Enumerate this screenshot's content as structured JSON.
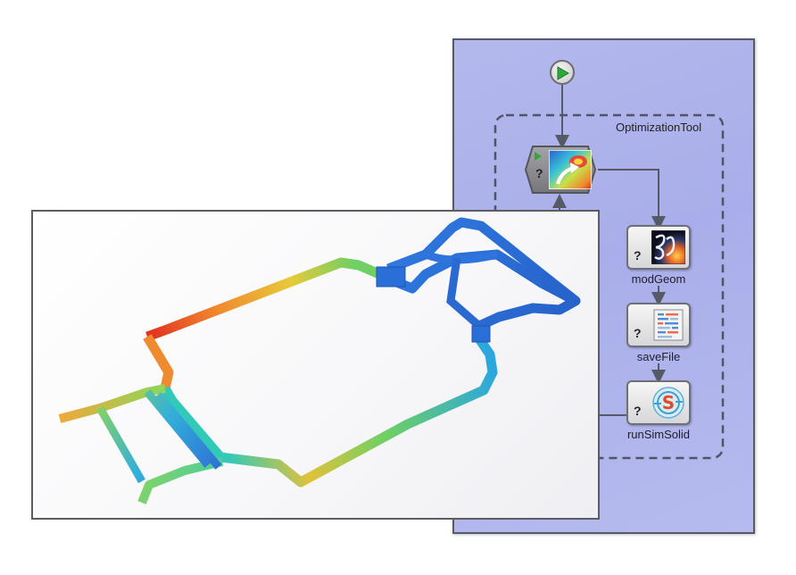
{
  "workflow": {
    "group_label": "OptimizationTool",
    "nodes": [
      {
        "id": "modGeom",
        "label": "modGeom",
        "status": "?"
      },
      {
        "id": "saveFile",
        "label": "saveFile",
        "status": "?"
      },
      {
        "id": "runSimSolid",
        "label": "runSimSolid",
        "status": "?"
      }
    ],
    "optimizer": {
      "status": "?"
    },
    "start_icon": "play-icon",
    "colors": {
      "panel_bg": "#aeb3ec",
      "play_green": "#2fa83a",
      "wire": "#555a66"
    }
  },
  "model_view": {
    "content": "chassis-frame-contour",
    "colormap": [
      "#2f6fd6",
      "#2aa6e0",
      "#32c9b8",
      "#8fd55a",
      "#e8c93a",
      "#f08a2e",
      "#e02d1f"
    ]
  }
}
